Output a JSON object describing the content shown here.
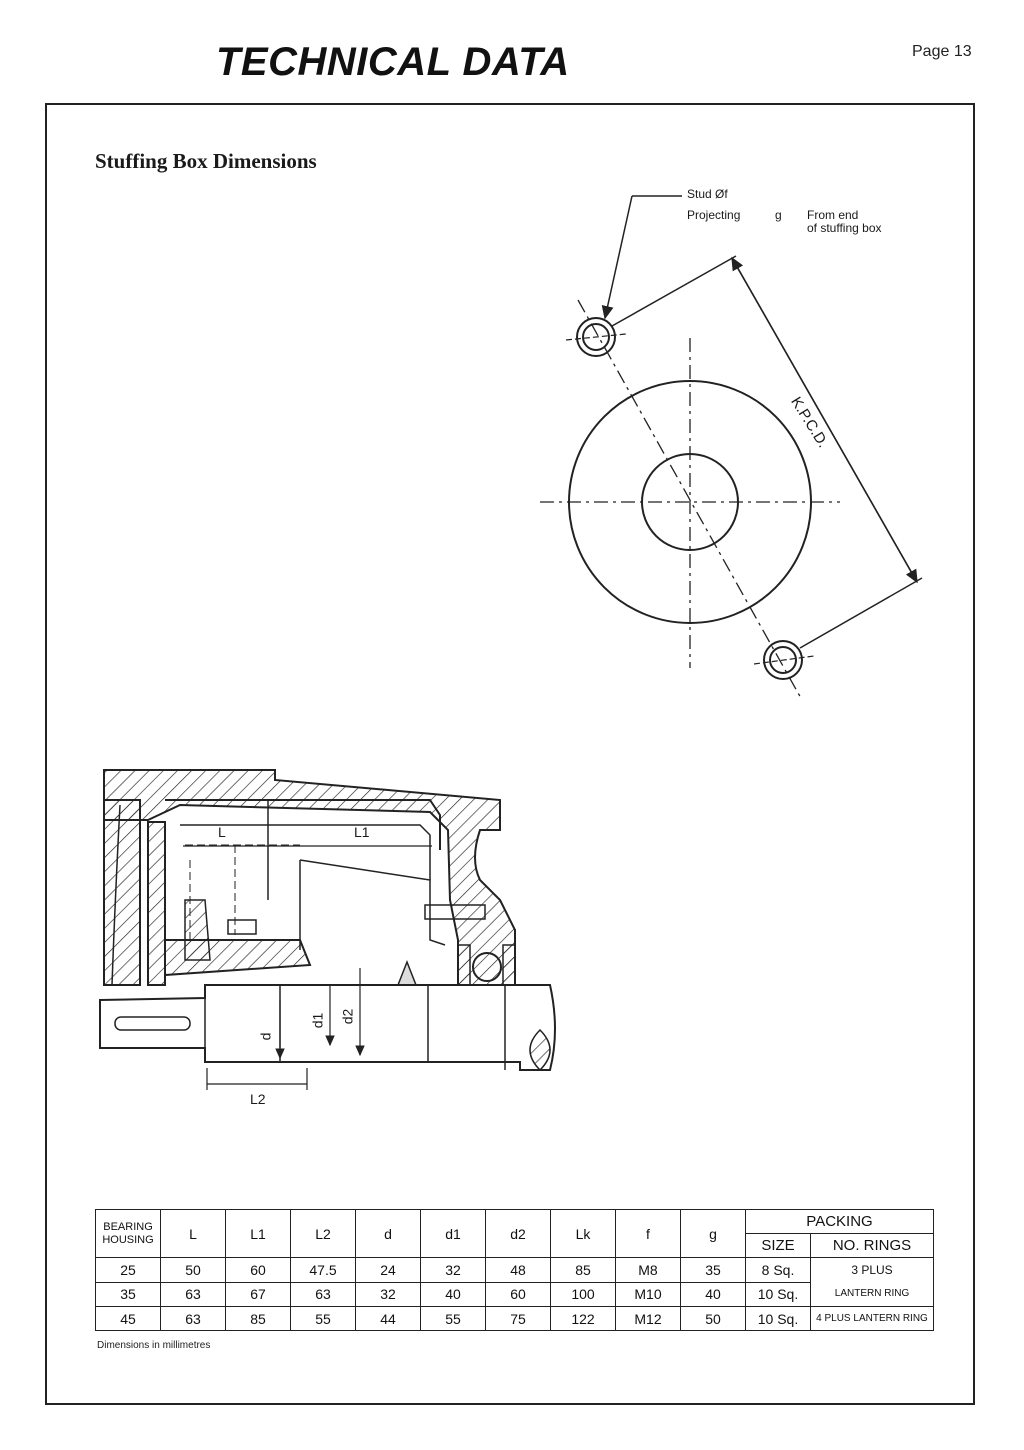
{
  "header": {
    "title": "TECHNICAL DATA",
    "page": "Page 13"
  },
  "section_title": "Stuffing Box Dimensions",
  "flange_drawing": {
    "stud_label": "Stud Øf",
    "projecting_label": "Projecting",
    "g_label": "g",
    "from_end_label_1": "From end",
    "from_end_label_2": "of stuffing box",
    "kpcd_label": "K.P.C.D."
  },
  "section_drawing": {
    "label_L": "L",
    "label_L1": "L1",
    "label_L2": "L2",
    "label_d": "d",
    "label_d1": "d1",
    "label_d2": "d2"
  },
  "table": {
    "headers": [
      "BEARING HOUSING",
      "L",
      "L1",
      "L2",
      "d",
      "d1",
      "d2",
      "Lk",
      "f",
      "g"
    ],
    "packing_header": "PACKING",
    "packing_subheaders": [
      "SIZE",
      "NO. RINGS"
    ],
    "rows": [
      [
        "25",
        "50",
        "60",
        "47.5",
        "24",
        "32",
        "48",
        "85",
        "M8",
        "35",
        "8 Sq."
      ],
      [
        "35",
        "63",
        "67",
        "63",
        "32",
        "40",
        "60",
        "100",
        "M10",
        "40",
        "10 Sq."
      ],
      [
        "45",
        "63",
        "85",
        "55",
        "44",
        "55",
        "75",
        "122",
        "M12",
        "50",
        "10 Sq."
      ]
    ],
    "rings_row1_line1": "3 PLUS",
    "rings_row1_line2": "LANTERN RING",
    "rings_row3": "4 PLUS LANTERN RING"
  },
  "footnote": "Dimensions in millimetres"
}
